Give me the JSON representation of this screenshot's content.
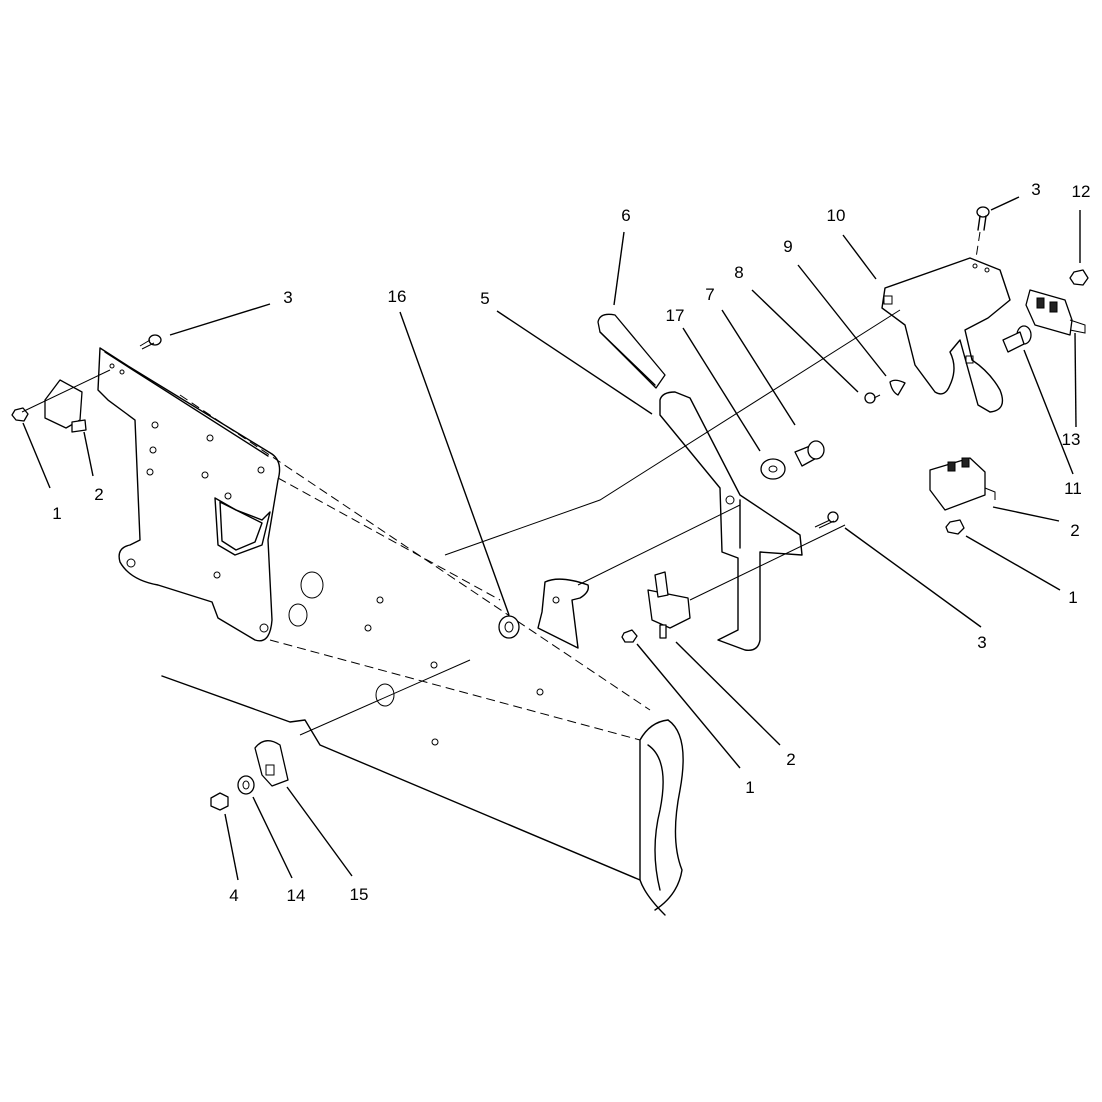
{
  "callouts": [
    {
      "label": "1"
    },
    {
      "label": "2"
    },
    {
      "label": "3"
    },
    {
      "label": "16"
    },
    {
      "label": "5"
    },
    {
      "label": "6"
    },
    {
      "label": "17"
    },
    {
      "label": "7"
    },
    {
      "label": "8"
    },
    {
      "label": "9"
    },
    {
      "label": "10"
    },
    {
      "label": "3"
    },
    {
      "label": "12"
    },
    {
      "label": "13"
    },
    {
      "label": "11"
    },
    {
      "label": "2"
    },
    {
      "label": "1"
    },
    {
      "label": "3"
    },
    {
      "label": "2"
    },
    {
      "label": "1"
    },
    {
      "label": "4"
    },
    {
      "label": "14"
    },
    {
      "label": "15"
    }
  ]
}
